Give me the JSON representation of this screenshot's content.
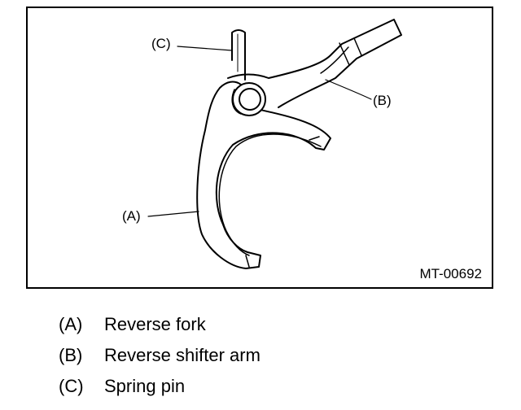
{
  "figure": {
    "id": "MT-00692",
    "callouts": {
      "a": "(A)",
      "b": "(B)",
      "c": "(C)"
    }
  },
  "legend": [
    {
      "key": "(A)",
      "label": "Reverse fork"
    },
    {
      "key": "(B)",
      "label": "Reverse shifter arm"
    },
    {
      "key": "(C)",
      "label": "Spring pin"
    }
  ]
}
